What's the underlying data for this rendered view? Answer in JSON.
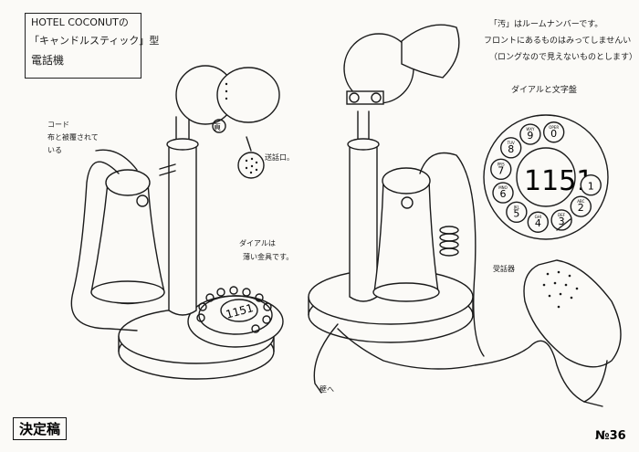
{
  "title": {
    "line1": "HOTEL COCONUTの",
    "line2": "「キャンドルスティック」型",
    "line3": "電話機"
  },
  "notes": {
    "top_right_1": "「汚」はルームナンバーです。",
    "top_right_2": "フロントにあるものはみってしませんい",
    "top_right_3": "（ロングなので見えないものとします）",
    "cord": "コード",
    "cord_2": "布と被覆されて",
    "cord_3": "いる",
    "mouthpiece": "送話口。",
    "dial_note_1": "ダイアルは",
    "dial_note_2": "薄い金具です。",
    "dial_label": "ダイアルと文字盤",
    "receiver": "受話器",
    "wall": "壁へ"
  },
  "dial": {
    "center_number": "1151",
    "holes": [
      {
        "letters": "",
        "digit": "1"
      },
      {
        "letters": "ABC",
        "digit": "2"
      },
      {
        "letters": "DEF",
        "digit": "3"
      },
      {
        "letters": "GHI",
        "digit": "4"
      },
      {
        "letters": "JKL",
        "digit": "5"
      },
      {
        "letters": "MNO",
        "digit": "6"
      },
      {
        "letters": "PRS",
        "digit": "7"
      },
      {
        "letters": "TUV",
        "digit": "8"
      },
      {
        "letters": "WXY",
        "digit": "9"
      },
      {
        "letters": "OPER",
        "digit": "0"
      }
    ]
  },
  "phone_badge": "頁",
  "stamp": "決定稿",
  "page_number": "№36"
}
